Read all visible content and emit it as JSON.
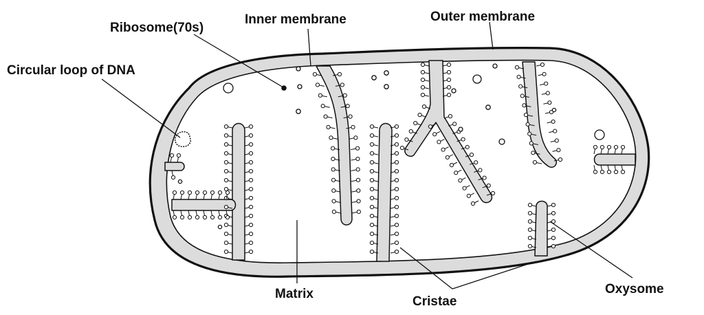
{
  "labels": {
    "ribosome": "Ribosome(70s)",
    "inner_membrane": "Inner membrane",
    "outer_membrane": "Outer membrane",
    "dna_loop": "Circular loop of DNA",
    "matrix": "Matrix",
    "cristae": "Cristae",
    "oxysome": "Oxysome"
  },
  "colors": {
    "line": "#111111",
    "membrane_fill": "#dcdcdc",
    "matrix_fill": "#ffffff",
    "background": "#ffffff"
  }
}
